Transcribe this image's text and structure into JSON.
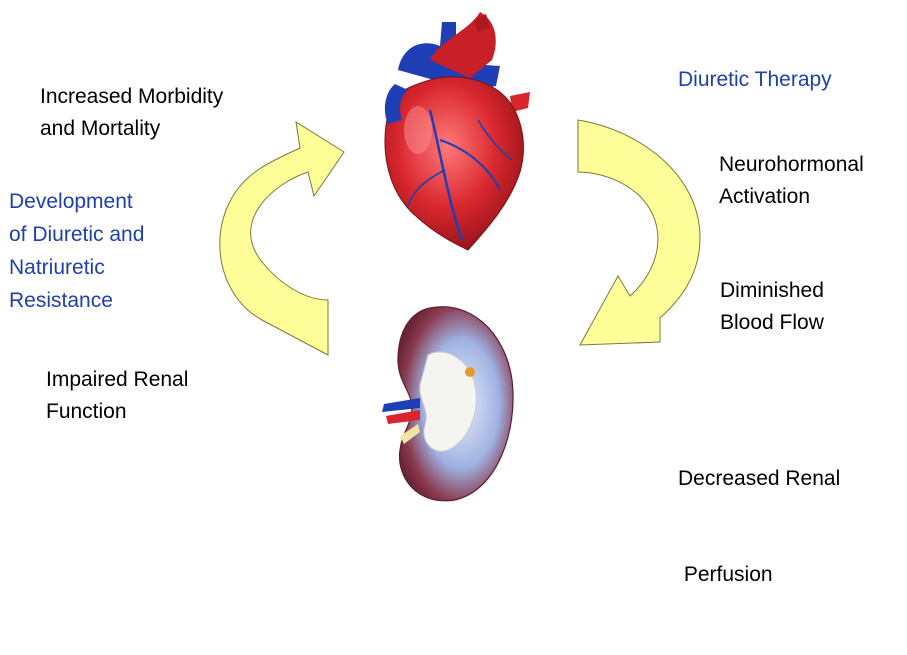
{
  "colors": {
    "arrow_fill": "#ffff99",
    "arrow_stroke": "#7a7a3a",
    "accent_text": "#1f3fb0",
    "body_text": "#000000",
    "heart_red": "#d9272e",
    "heart_blue": "#1e3fb5",
    "kidney_outer": "#8a3a4e",
    "kidney_inner": "#8aa0d8"
  },
  "icons": {
    "heart": "heart-icon",
    "kidney": "kidney-icon"
  },
  "labels": {
    "increased": [
      "Increased Morbidity",
      "and Mortality"
    ],
    "development": [
      "Development",
      "of Diuretic and",
      "Natriuretic",
      "Resistance"
    ],
    "impaired": [
      "Impaired Renal",
      "Function"
    ],
    "diuretic_therapy": [
      "Diuretic Therapy"
    ],
    "neurohormonal": [
      "Neurohormonal",
      "Activation"
    ],
    "diminished": [
      "Diminished",
      "Blood Flow"
    ],
    "decreased": [
      "Decreased Renal",
      " Perfusion"
    ]
  }
}
